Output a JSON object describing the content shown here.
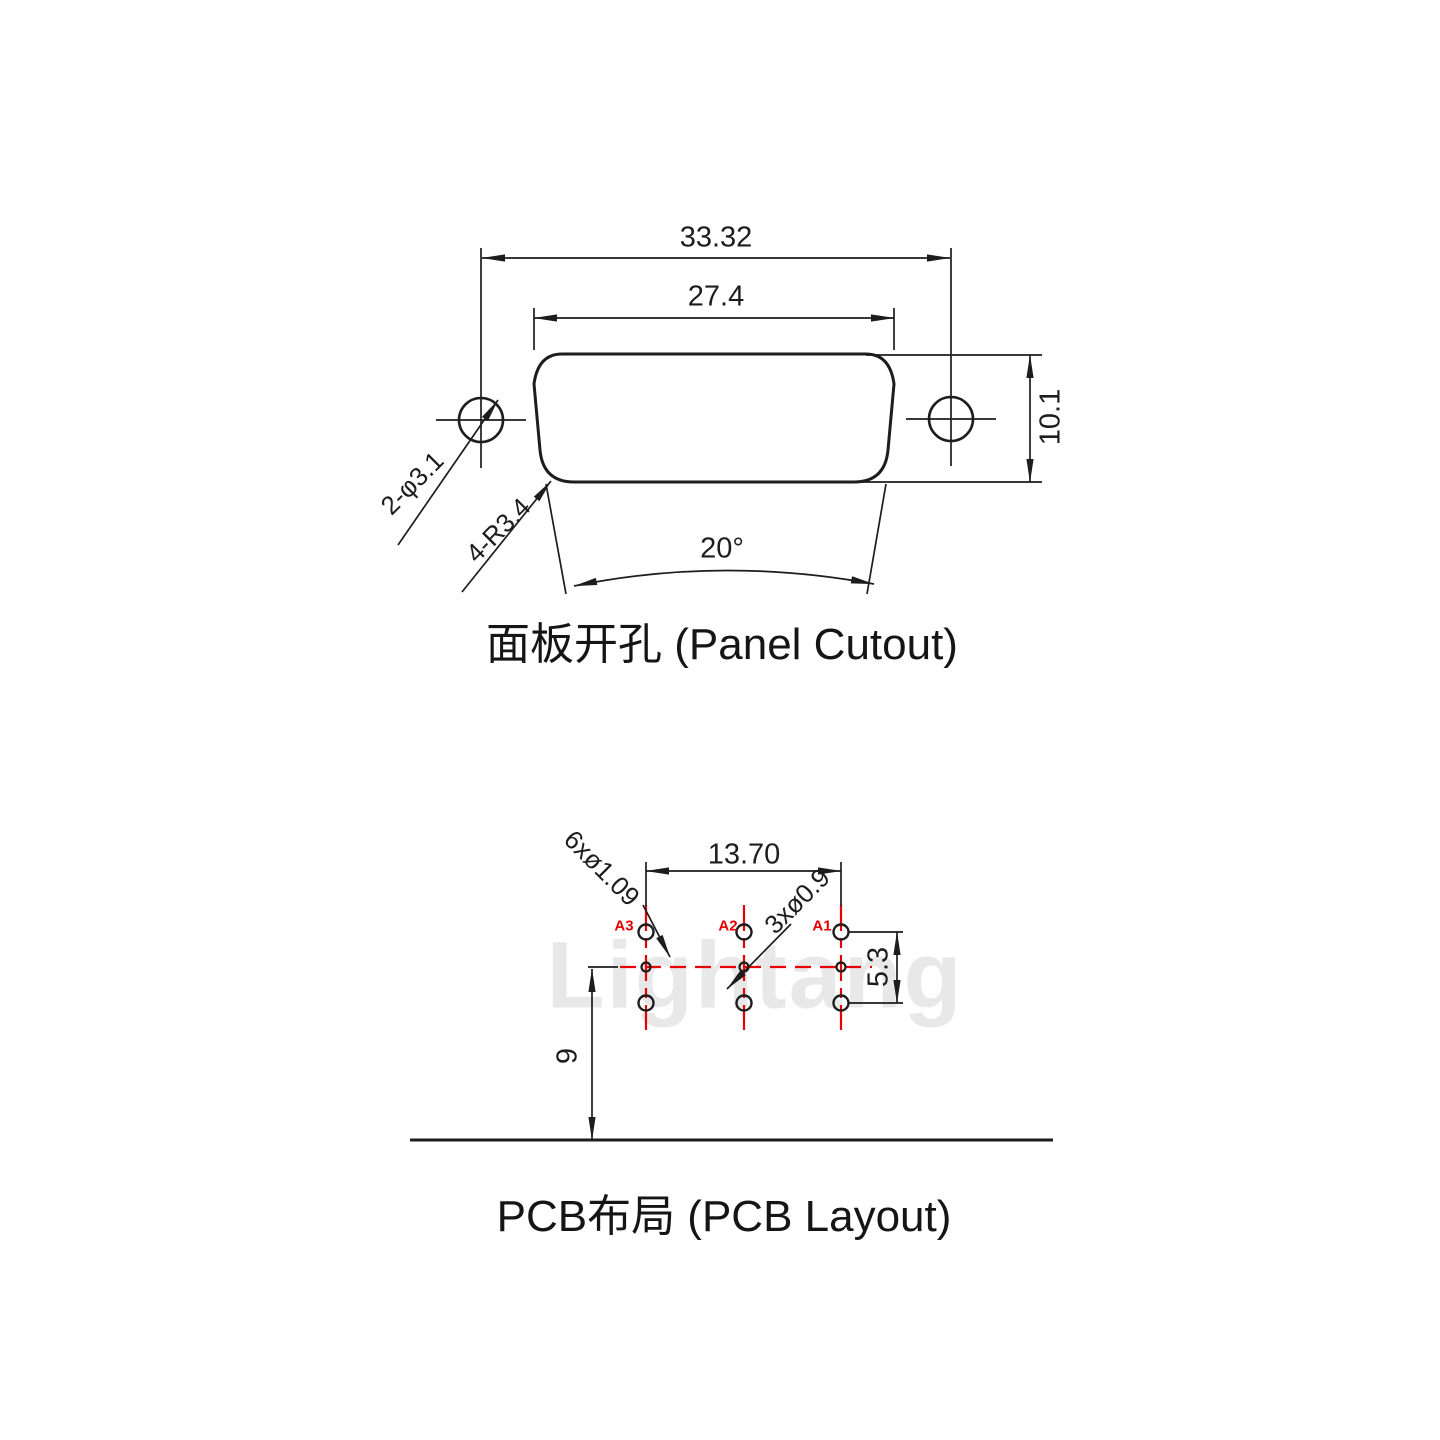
{
  "colors": {
    "line": "#1d1d1d",
    "accent_red": "#e60000",
    "watermark_gray": "#e8e8e8",
    "background": "#ffffff"
  },
  "watermark": {
    "text": "Lightang"
  },
  "panel_cutout": {
    "caption": "面板开孔 (Panel Cutout)",
    "dim_outer_width": "33.32",
    "dim_inner_width": "27.4",
    "dim_height": "10.1",
    "dim_angle": "20°",
    "label_mounting_holes": "2-φ3.1",
    "label_corner_radius": "4-R3.4"
  },
  "pcb_layout": {
    "caption": "PCB布局 (PCB Layout)",
    "dim_pitch": "13.70",
    "dim_row_spacing": "5.3",
    "dim_edge_distance": "9",
    "label_outer_holes": "6xø1.09",
    "label_center_holes": "3xø0.9",
    "pin_labels": [
      "A3",
      "A2",
      "A1"
    ]
  }
}
